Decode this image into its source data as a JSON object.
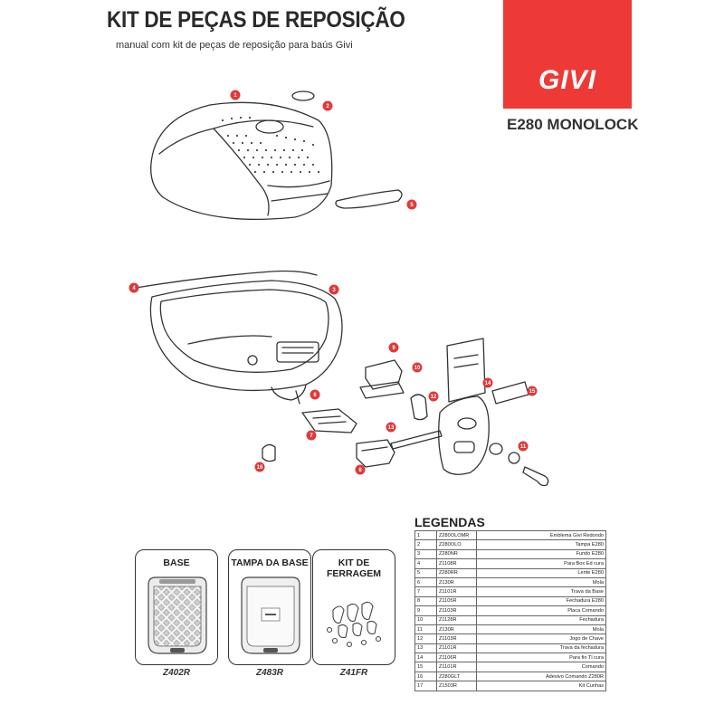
{
  "header": {
    "title": "KIT DE PEÇAS DE REPOSIÇÃO",
    "subtitle": "manual com kit de peças de reposição para baús Givi"
  },
  "brand": {
    "logo_text": "GIVI",
    "model": "E280 MONOLOCK",
    "accent_color": "#ee3a36"
  },
  "diagram": {
    "part_numbers": [
      "1",
      "2",
      "3",
      "4",
      "5",
      "6",
      "7",
      "8",
      "9",
      "10",
      "11",
      "12",
      "13",
      "14",
      "15",
      "16"
    ],
    "badge_color": "#e0393a"
  },
  "legend": {
    "title": "LEGENDAS",
    "rows": [
      {
        "num": "1",
        "code": "Z280OLOMR",
        "desc": "Emblema Givi Redondo"
      },
      {
        "num": "2",
        "code": "Z280OLO",
        "desc": "Tampa E280"
      },
      {
        "num": "3",
        "code": "Z280NR",
        "desc": "Fundo E280"
      },
      {
        "num": "4",
        "code": "Z1108R",
        "desc": "Para Box Ed cura"
      },
      {
        "num": "5",
        "code": "Z280RR",
        "desc": "Lente E280"
      },
      {
        "num": "6",
        "code": "Z130R",
        "desc": "Mola"
      },
      {
        "num": "7",
        "code": "Z1101R",
        "desc": "Trava da Base"
      },
      {
        "num": "8",
        "code": "Z1105R",
        "desc": "Fechadura E280"
      },
      {
        "num": "9",
        "code": "Z1103R",
        "desc": "Placa Comando"
      },
      {
        "num": "10",
        "code": "Z1128R",
        "desc": "Fechadura"
      },
      {
        "num": "11",
        "code": "Z130R",
        "desc": "Mola"
      },
      {
        "num": "12",
        "code": "Z1103R",
        "desc": "Jogo de Chave"
      },
      {
        "num": "13",
        "code": "Z1101R",
        "desc": "Trava da fechadura"
      },
      {
        "num": "14",
        "code": "Z1106R",
        "desc": "Para fio Tl cura"
      },
      {
        "num": "15",
        "code": "Z1101R",
        "desc": "Comando"
      },
      {
        "num": "16",
        "code": "Z280GLT",
        "desc": "Adesivo Comando Z280R"
      },
      {
        "num": "17",
        "code": "Z1503R",
        "desc": "Kit Cunhas"
      }
    ]
  },
  "cards": [
    {
      "title": "BASE",
      "code": "Z402R"
    },
    {
      "title": "TAMPA DA BASE",
      "code": "Z483R"
    },
    {
      "title": "KIT DE FERRAGEM",
      "code": "Z41FR"
    }
  ]
}
